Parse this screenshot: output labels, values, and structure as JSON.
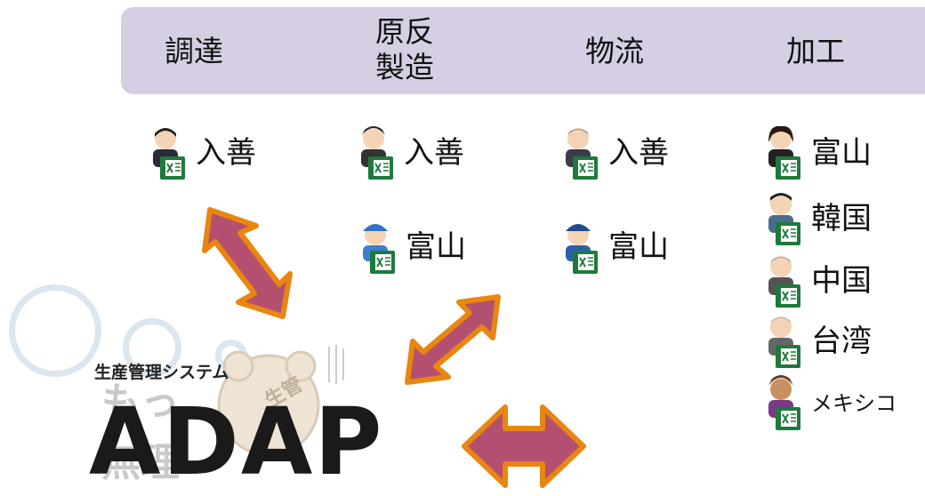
{
  "columns": [
    {
      "title": "調達"
    },
    {
      "title": "原反\n製造"
    },
    {
      "title": "物流"
    },
    {
      "title": "加工"
    }
  ],
  "people": {
    "procurement": [
      {
        "label": "入善",
        "icon": "businessman-excel-icon"
      }
    ],
    "manufacturing": [
      {
        "label": "入善",
        "icon": "worker-excel-icon"
      },
      {
        "label": "富山",
        "icon": "cap-worker-excel-icon"
      }
    ],
    "logistics": [
      {
        "label": "入善",
        "icon": "senior-man-excel-icon"
      },
      {
        "label": "富山",
        "icon": "driver-excel-icon"
      }
    ],
    "processing": [
      {
        "label": "富山",
        "icon": "woman-excel-icon"
      },
      {
        "label": "韓国",
        "icon": "man-excel-icon"
      },
      {
        "label": "中国",
        "icon": "elder-excel-icon"
      },
      {
        "label": "台湾",
        "icon": "senior-excel-icon"
      },
      {
        "label": "メキシコ",
        "icon": "mexican-excel-icon"
      }
    ]
  },
  "logo": {
    "tagline": "生産管理システム",
    "name": "ADAP",
    "watermark_top": "もっ",
    "watermark_bottom": "無理",
    "mascot_text": "生管"
  },
  "colors": {
    "header": "#d6cfe3",
    "arrow_fill": "#b4506f",
    "arrow_stroke": "#e8860f",
    "excel_green": "#1e7a3c"
  }
}
